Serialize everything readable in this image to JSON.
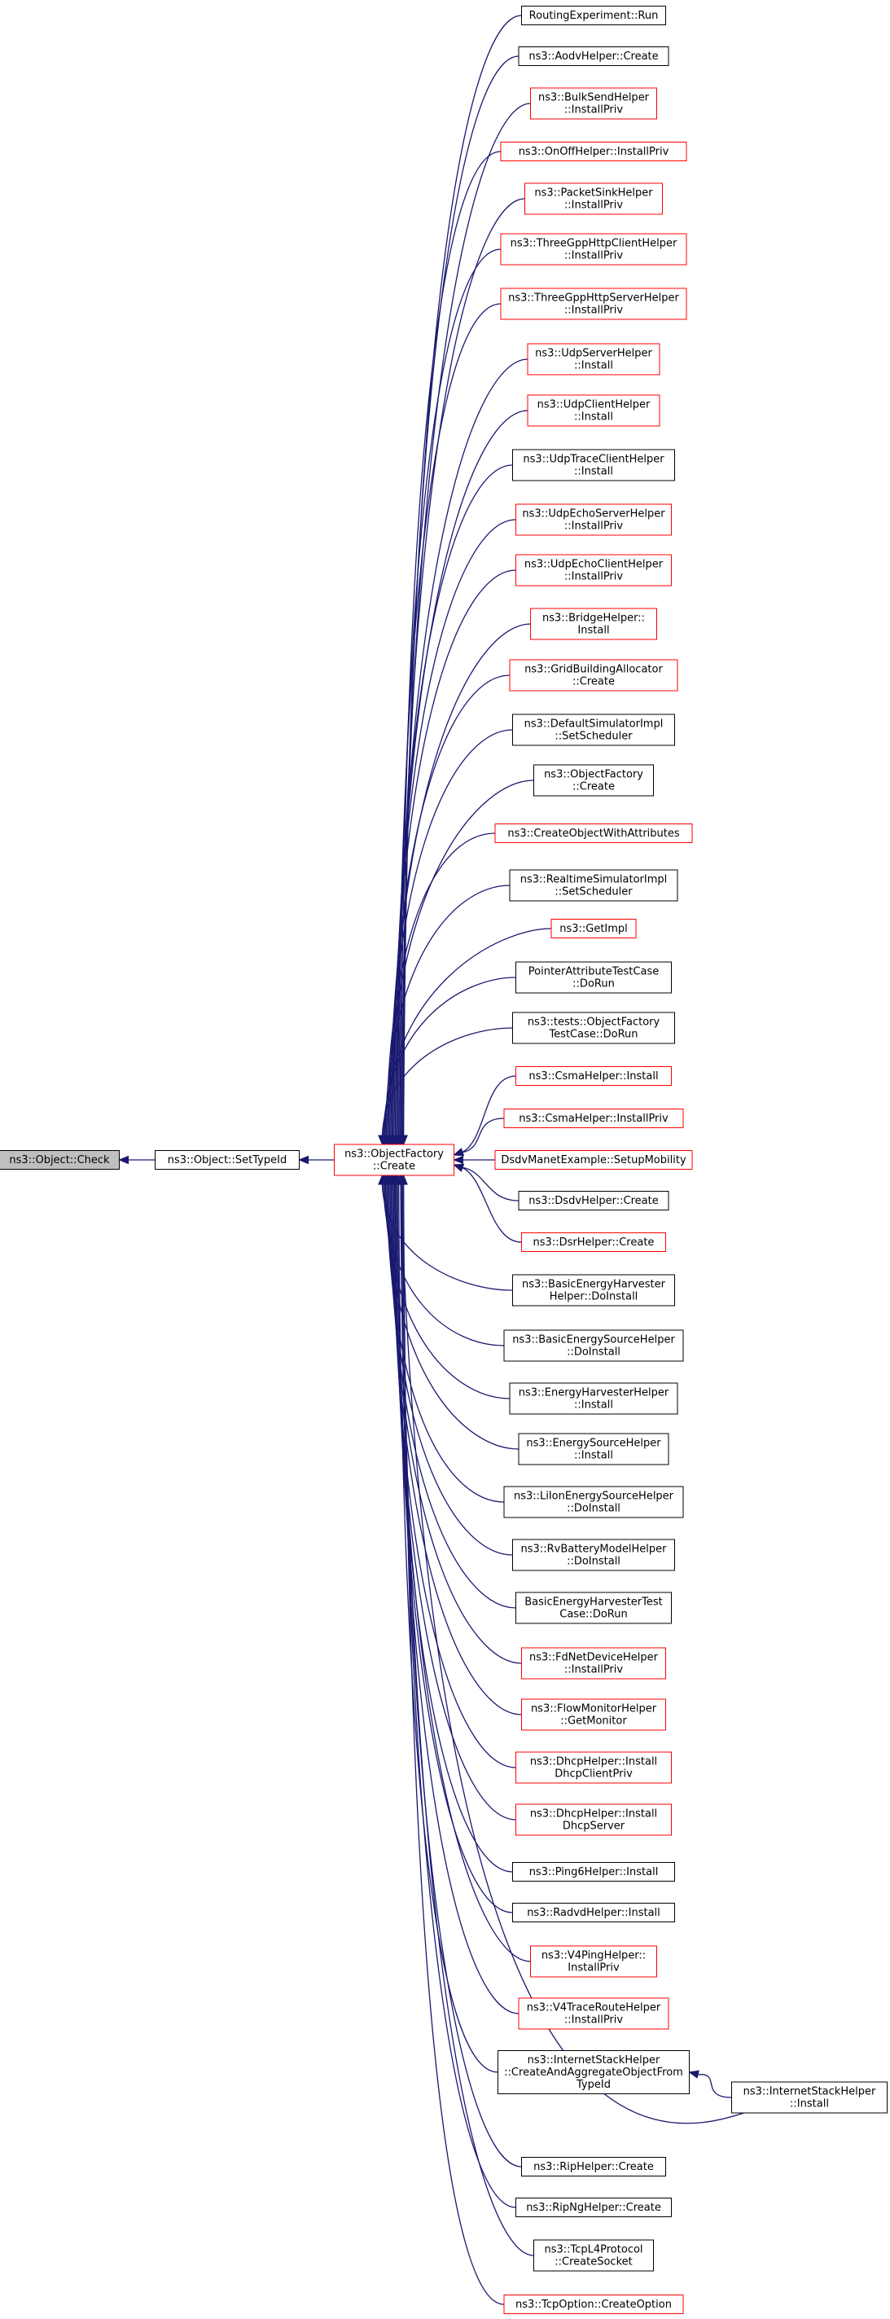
{
  "colors": {
    "edge": "#191970",
    "border_normal": "#000000",
    "border_truncated": "#ff0000",
    "focus_fill": "#bfbfbf",
    "node_fill": "#ffffff",
    "text": "#000000"
  },
  "nodes": [
    {
      "id": "check",
      "lines": [
        "ns3::Object::Check"
      ],
      "style": "focus"
    },
    {
      "id": "settypeid",
      "lines": [
        "ns3::Object::SetTypeId"
      ],
      "style": "normal"
    },
    {
      "id": "factory",
      "lines": [
        "ns3::ObjectFactory",
        "::Create"
      ],
      "style": "truncated"
    },
    {
      "id": "c0",
      "lines": [
        "RoutingExperiment::Run"
      ],
      "style": "normal"
    },
    {
      "id": "c1",
      "lines": [
        "ns3::AodvHelper::Create"
      ],
      "style": "normal"
    },
    {
      "id": "c2",
      "lines": [
        "ns3::BulkSendHelper",
        "::InstallPriv"
      ],
      "style": "truncated"
    },
    {
      "id": "c3",
      "lines": [
        "ns3::OnOffHelper::InstallPriv"
      ],
      "style": "truncated"
    },
    {
      "id": "c4",
      "lines": [
        "ns3::PacketSinkHelper",
        "::InstallPriv"
      ],
      "style": "truncated"
    },
    {
      "id": "c5",
      "lines": [
        "ns3::ThreeGppHttpClientHelper",
        "::InstallPriv"
      ],
      "style": "truncated"
    },
    {
      "id": "c6",
      "lines": [
        "ns3::ThreeGppHttpServerHelper",
        "::InstallPriv"
      ],
      "style": "truncated"
    },
    {
      "id": "c7",
      "lines": [
        "ns3::UdpServerHelper",
        "::Install"
      ],
      "style": "truncated"
    },
    {
      "id": "c8",
      "lines": [
        "ns3::UdpClientHelper",
        "::Install"
      ],
      "style": "truncated"
    },
    {
      "id": "c9",
      "lines": [
        "ns3::UdpTraceClientHelper",
        "::Install"
      ],
      "style": "normal"
    },
    {
      "id": "c10",
      "lines": [
        "ns3::UdpEchoServerHelper",
        "::InstallPriv"
      ],
      "style": "truncated"
    },
    {
      "id": "c11",
      "lines": [
        "ns3::UdpEchoClientHelper",
        "::InstallPriv"
      ],
      "style": "truncated"
    },
    {
      "id": "c12",
      "lines": [
        "ns3::BridgeHelper::",
        "Install"
      ],
      "style": "truncated"
    },
    {
      "id": "c13",
      "lines": [
        "ns3::GridBuildingAllocator",
        "::Create"
      ],
      "style": "truncated"
    },
    {
      "id": "c14",
      "lines": [
        "ns3::DefaultSimulatorImpl",
        "::SetScheduler"
      ],
      "style": "normal"
    },
    {
      "id": "c15",
      "lines": [
        "ns3::ObjectFactory",
        "::Create"
      ],
      "style": "normal"
    },
    {
      "id": "c16",
      "lines": [
        "ns3::CreateObjectWithAttributes"
      ],
      "style": "truncated"
    },
    {
      "id": "c17",
      "lines": [
        "ns3::RealtimeSimulatorImpl",
        "::SetScheduler"
      ],
      "style": "normal"
    },
    {
      "id": "c18",
      "lines": [
        "ns3::GetImpl"
      ],
      "style": "truncated"
    },
    {
      "id": "c19",
      "lines": [
        "PointerAttributeTestCase",
        "::DoRun"
      ],
      "style": "normal"
    },
    {
      "id": "c20",
      "lines": [
        "ns3::tests::ObjectFactory",
        "TestCase::DoRun"
      ],
      "style": "normal"
    },
    {
      "id": "c21",
      "lines": [
        "ns3::CsmaHelper::Install"
      ],
      "style": "truncated"
    },
    {
      "id": "c22",
      "lines": [
        "ns3::CsmaHelper::InstallPriv"
      ],
      "style": "truncated"
    },
    {
      "id": "c23",
      "lines": [
        "DsdvManetExample::SetupMobility"
      ],
      "style": "truncated"
    },
    {
      "id": "c24",
      "lines": [
        "ns3::DsdvHelper::Create"
      ],
      "style": "normal"
    },
    {
      "id": "c25",
      "lines": [
        "ns3::DsrHelper::Create"
      ],
      "style": "truncated"
    },
    {
      "id": "c26",
      "lines": [
        "ns3::BasicEnergyHarvester",
        "Helper::DoInstall"
      ],
      "style": "normal"
    },
    {
      "id": "c27",
      "lines": [
        "ns3::BasicEnergySourceHelper",
        "::DoInstall"
      ],
      "style": "normal"
    },
    {
      "id": "c28",
      "lines": [
        "ns3::EnergyHarvesterHelper",
        "::Install"
      ],
      "style": "normal"
    },
    {
      "id": "c29",
      "lines": [
        "ns3::EnergySourceHelper",
        "::Install"
      ],
      "style": "normal"
    },
    {
      "id": "c30",
      "lines": [
        "ns3::LiIonEnergySourceHelper",
        "::DoInstall"
      ],
      "style": "normal"
    },
    {
      "id": "c31",
      "lines": [
        "ns3::RvBatteryModelHelper",
        "::DoInstall"
      ],
      "style": "normal"
    },
    {
      "id": "c32",
      "lines": [
        "BasicEnergyHarvesterTest",
        "Case::DoRun"
      ],
      "style": "normal"
    },
    {
      "id": "c33",
      "lines": [
        "ns3::FdNetDeviceHelper",
        "::InstallPriv"
      ],
      "style": "truncated"
    },
    {
      "id": "c34",
      "lines": [
        "ns3::FlowMonitorHelper",
        "::GetMonitor"
      ],
      "style": "truncated"
    },
    {
      "id": "c35",
      "lines": [
        "ns3::DhcpHelper::Install",
        "DhcpClientPriv"
      ],
      "style": "truncated"
    },
    {
      "id": "c36",
      "lines": [
        "ns3::DhcpHelper::Install",
        "DhcpServer"
      ],
      "style": "truncated"
    },
    {
      "id": "c37",
      "lines": [
        "ns3::Ping6Helper::Install"
      ],
      "style": "normal"
    },
    {
      "id": "c38",
      "lines": [
        "ns3::RadvdHelper::Install"
      ],
      "style": "normal"
    },
    {
      "id": "c39",
      "lines": [
        "ns3::V4PingHelper::",
        "InstallPriv"
      ],
      "style": "truncated"
    },
    {
      "id": "c40",
      "lines": [
        "ns3::V4TraceRouteHelper",
        "::InstallPriv"
      ],
      "style": "truncated"
    },
    {
      "id": "c41",
      "lines": [
        "ns3::InternetStackHelper",
        "::CreateAndAggregateObjectFrom",
        "TypeId"
      ],
      "style": "normal"
    },
    {
      "id": "c42",
      "lines": [
        "ns3::RipHelper::Create"
      ],
      "style": "normal"
    },
    {
      "id": "c43",
      "lines": [
        "ns3::RipNgHelper::Create"
      ],
      "style": "normal"
    },
    {
      "id": "c44",
      "lines": [
        "ns3::TcpL4Protocol",
        "::CreateSocket"
      ],
      "style": "normal"
    },
    {
      "id": "c45",
      "lines": [
        "ns3::TcpOption::CreateOption"
      ],
      "style": "truncated"
    },
    {
      "id": "ish",
      "lines": [
        "ns3::InternetStackHelper",
        "::Install"
      ],
      "style": "normal"
    }
  ],
  "edges": [
    {
      "from": "settypeid",
      "to": "check"
    },
    {
      "from": "factory",
      "to": "settypeid"
    },
    {
      "from": "c0",
      "to": "factory"
    },
    {
      "from": "c1",
      "to": "factory"
    },
    {
      "from": "c2",
      "to": "factory"
    },
    {
      "from": "c3",
      "to": "factory"
    },
    {
      "from": "c4",
      "to": "factory"
    },
    {
      "from": "c5",
      "to": "factory"
    },
    {
      "from": "c6",
      "to": "factory"
    },
    {
      "from": "c7",
      "to": "factory"
    },
    {
      "from": "c8",
      "to": "factory"
    },
    {
      "from": "c9",
      "to": "factory"
    },
    {
      "from": "c10",
      "to": "factory"
    },
    {
      "from": "c11",
      "to": "factory"
    },
    {
      "from": "c12",
      "to": "factory"
    },
    {
      "from": "c13",
      "to": "factory"
    },
    {
      "from": "c14",
      "to": "factory"
    },
    {
      "from": "c15",
      "to": "factory"
    },
    {
      "from": "c16",
      "to": "factory"
    },
    {
      "from": "c17",
      "to": "factory"
    },
    {
      "from": "c18",
      "to": "factory"
    },
    {
      "from": "c19",
      "to": "factory"
    },
    {
      "from": "c20",
      "to": "factory"
    },
    {
      "from": "c21",
      "to": "factory"
    },
    {
      "from": "c22",
      "to": "factory"
    },
    {
      "from": "c23",
      "to": "factory"
    },
    {
      "from": "c24",
      "to": "factory"
    },
    {
      "from": "c25",
      "to": "factory"
    },
    {
      "from": "c26",
      "to": "factory"
    },
    {
      "from": "c27",
      "to": "factory"
    },
    {
      "from": "c28",
      "to": "factory"
    },
    {
      "from": "c29",
      "to": "factory"
    },
    {
      "from": "c30",
      "to": "factory"
    },
    {
      "from": "c31",
      "to": "factory"
    },
    {
      "from": "c32",
      "to": "factory"
    },
    {
      "from": "c33",
      "to": "factory"
    },
    {
      "from": "c34",
      "to": "factory"
    },
    {
      "from": "c35",
      "to": "factory"
    },
    {
      "from": "c36",
      "to": "factory"
    },
    {
      "from": "c37",
      "to": "factory"
    },
    {
      "from": "c38",
      "to": "factory"
    },
    {
      "from": "c39",
      "to": "factory"
    },
    {
      "from": "c40",
      "to": "factory"
    },
    {
      "from": "c41",
      "to": "factory"
    },
    {
      "from": "c42",
      "to": "factory"
    },
    {
      "from": "c43",
      "to": "factory"
    },
    {
      "from": "c44",
      "to": "factory"
    },
    {
      "from": "c45",
      "to": "factory"
    },
    {
      "from": "ish",
      "to": "c41"
    },
    {
      "from": "ish",
      "to": "factory"
    }
  ]
}
